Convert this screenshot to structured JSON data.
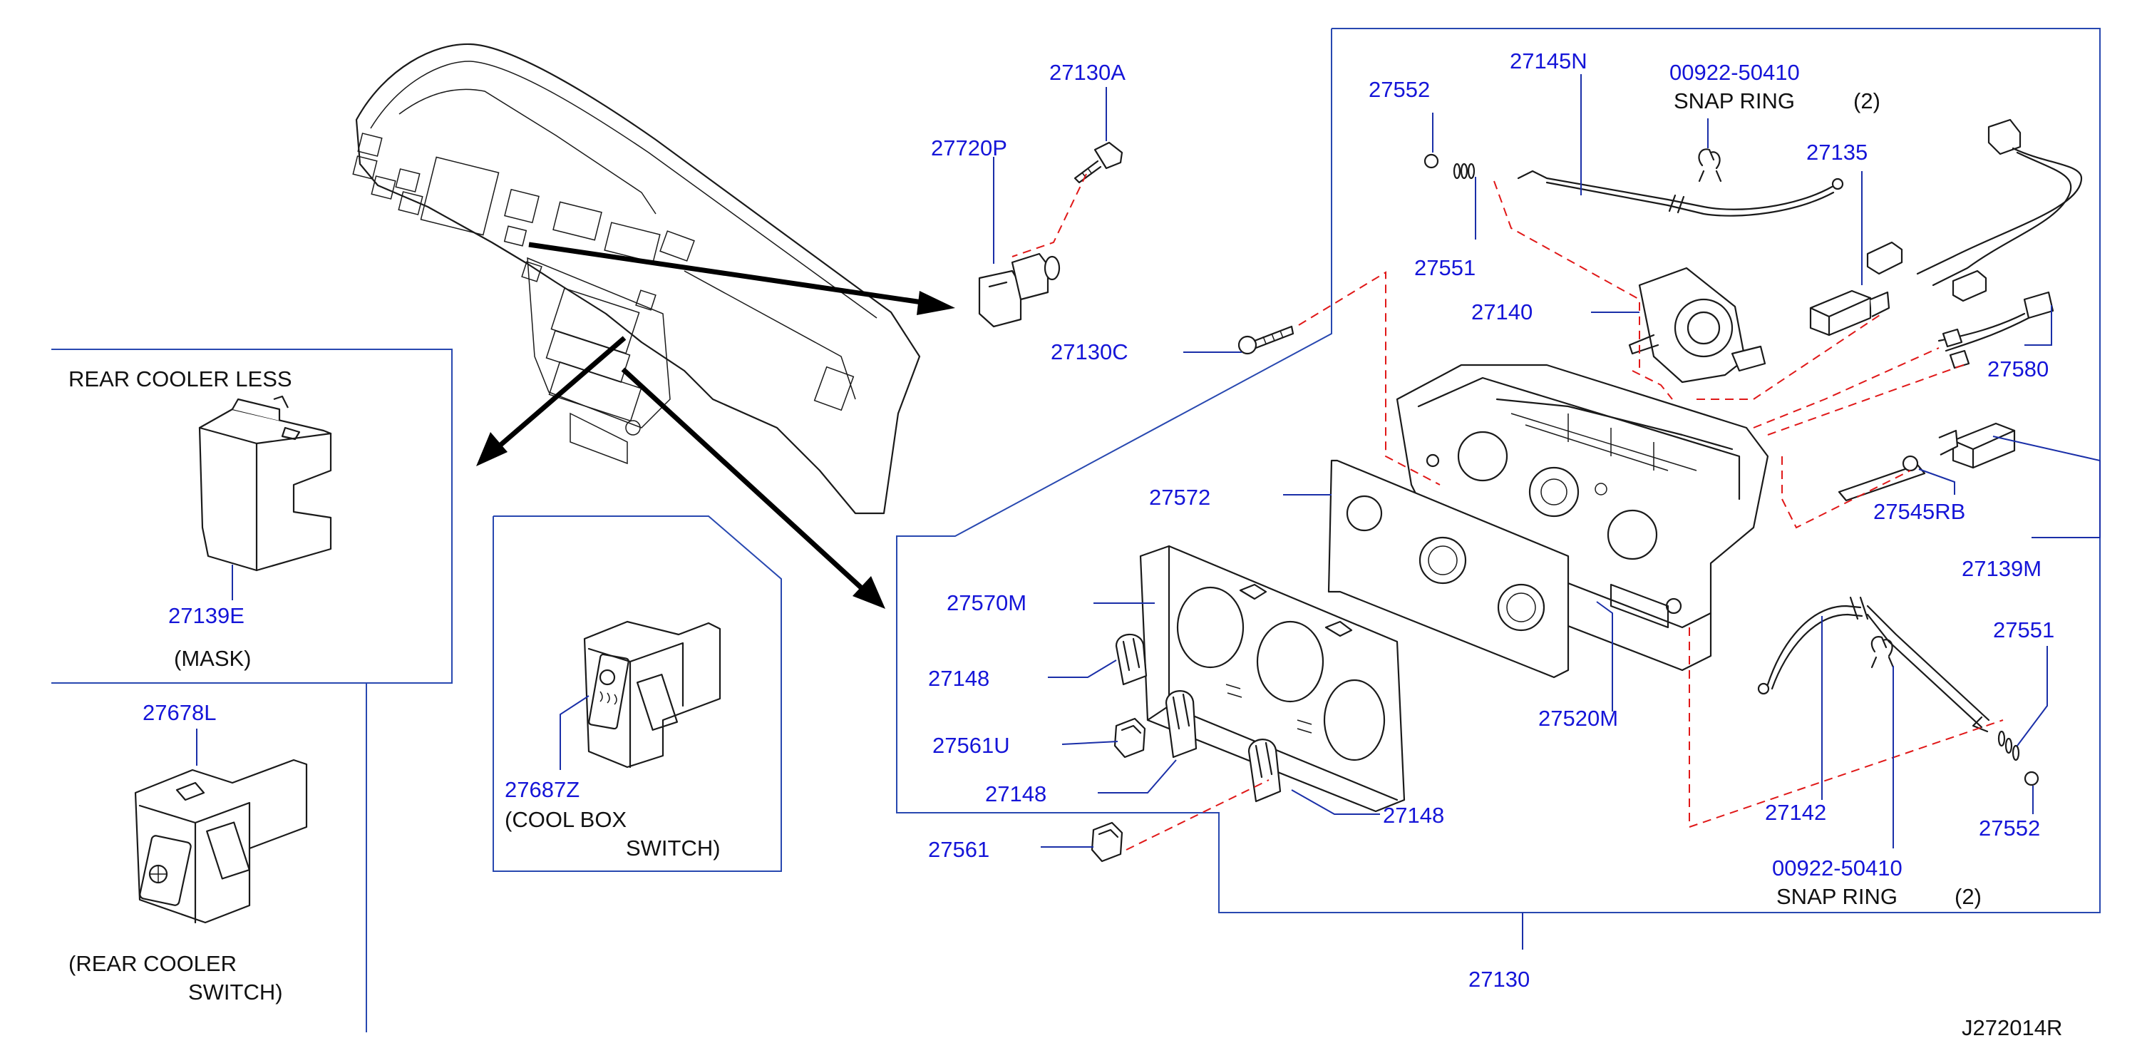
{
  "diagram_code": "J272014R",
  "parts": {
    "p27130A": "27130A",
    "p27720P": "27720P",
    "p27130C": "27130C",
    "p27552_top": "27552",
    "p27145N": "27145N",
    "p00922_top": "00922-50410",
    "p27135": "27135",
    "p27551_top": "27551",
    "p27140": "27140",
    "p27580": "27580",
    "p27545RB": "27545RB",
    "p27139M": "27139M",
    "p27572": "27572",
    "p27570M": "27570M",
    "p27148_a": "27148",
    "p27561U": "27561U",
    "p27148_b": "27148",
    "p27148_c": "27148",
    "p27561": "27561",
    "p27520M": "27520M",
    "p27142": "27142",
    "p27551_bot": "27551",
    "p27552_bot": "27552",
    "p00922_bot": "00922-50410",
    "p27130": "27130",
    "p27139E": "27139E",
    "p27678L": "27678L",
    "p27687Z": "27687Z"
  },
  "labels": {
    "snap_ring_top": "SNAP   RING",
    "snap_ring_top_qty": "(2)",
    "snap_ring_bot": "SNAP   RING",
    "snap_ring_bot_qty": "(2)",
    "rear_cooler_less": "REAR   COOLER   LESS",
    "mask": "(MASK)",
    "rear_cooler_line1": "(REAR   COOLER",
    "rear_cooler_line2": "SWITCH)",
    "cool_box_line1": "(COOL   BOX",
    "cool_box_line2": "SWITCH)"
  },
  "colors": {
    "part_number": "#1515d8",
    "label_text": "#111111",
    "frame_line": "#2848b0",
    "dashed_guide": "#e01818"
  }
}
